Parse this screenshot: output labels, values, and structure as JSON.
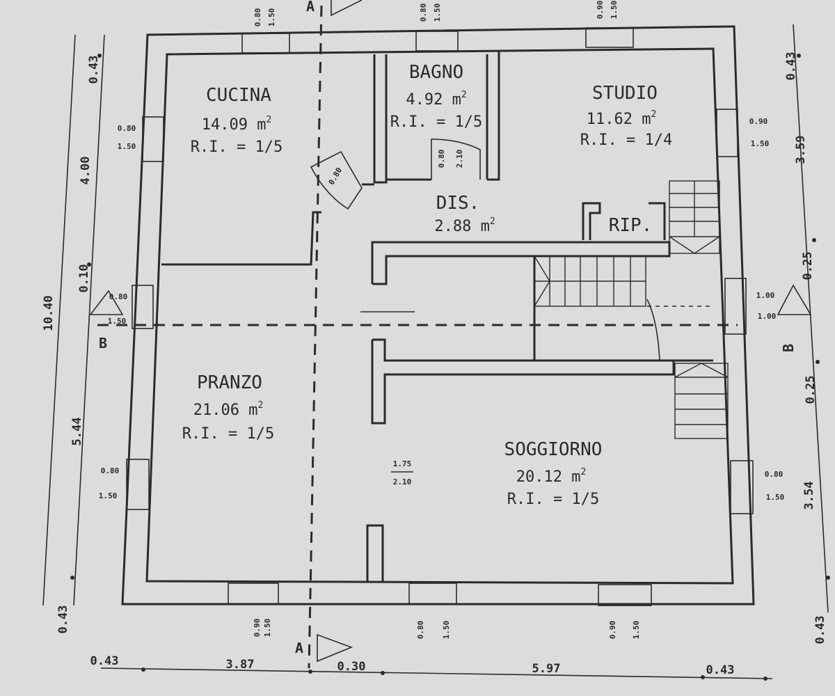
{
  "rooms": {
    "cucina": {
      "name": "CUCINA",
      "area": "14.09 m",
      "sup": "2",
      "ri": "R.I. = 1/5"
    },
    "bagno": {
      "name": "BAGNO",
      "area": "4.92 m",
      "sup": "2",
      "ri": "R.I. = 1/5"
    },
    "studio": {
      "name": "STUDIO",
      "area": "11.62 m",
      "sup": "2",
      "ri": "R.I. = 1/4"
    },
    "dis": {
      "name": "DIS.",
      "area": "2.88 m",
      "sup": "2"
    },
    "rip": {
      "name": "RIP."
    },
    "pranzo": {
      "name": "PRANZO",
      "area": "21.06 m",
      "sup": "2",
      "ri": "R.I. = 1/5"
    },
    "soggiorno": {
      "name": "SOGGIORNO",
      "area": "20.12 m",
      "sup": "2",
      "ri": "R.I. = 1/5"
    }
  },
  "dimensions": {
    "bottom": [
      "0.43",
      "3.87",
      "0.30",
      "5.97",
      "0.43"
    ],
    "left": [
      "0.43",
      "4.00",
      "0.10",
      "5.44",
      "0.43"
    ],
    "left_total": "10.40",
    "right": [
      "0.43",
      "3.59",
      "0.25",
      "0.25",
      "3.54",
      "0.43"
    ]
  },
  "openings": {
    "win_080": "0.80",
    "win_090": "0.90",
    "win_150": "1.50",
    "win_100": "1.00",
    "win_175": "1.75",
    "win_210": "2.10"
  },
  "sections": {
    "a": "A",
    "b": "B"
  }
}
